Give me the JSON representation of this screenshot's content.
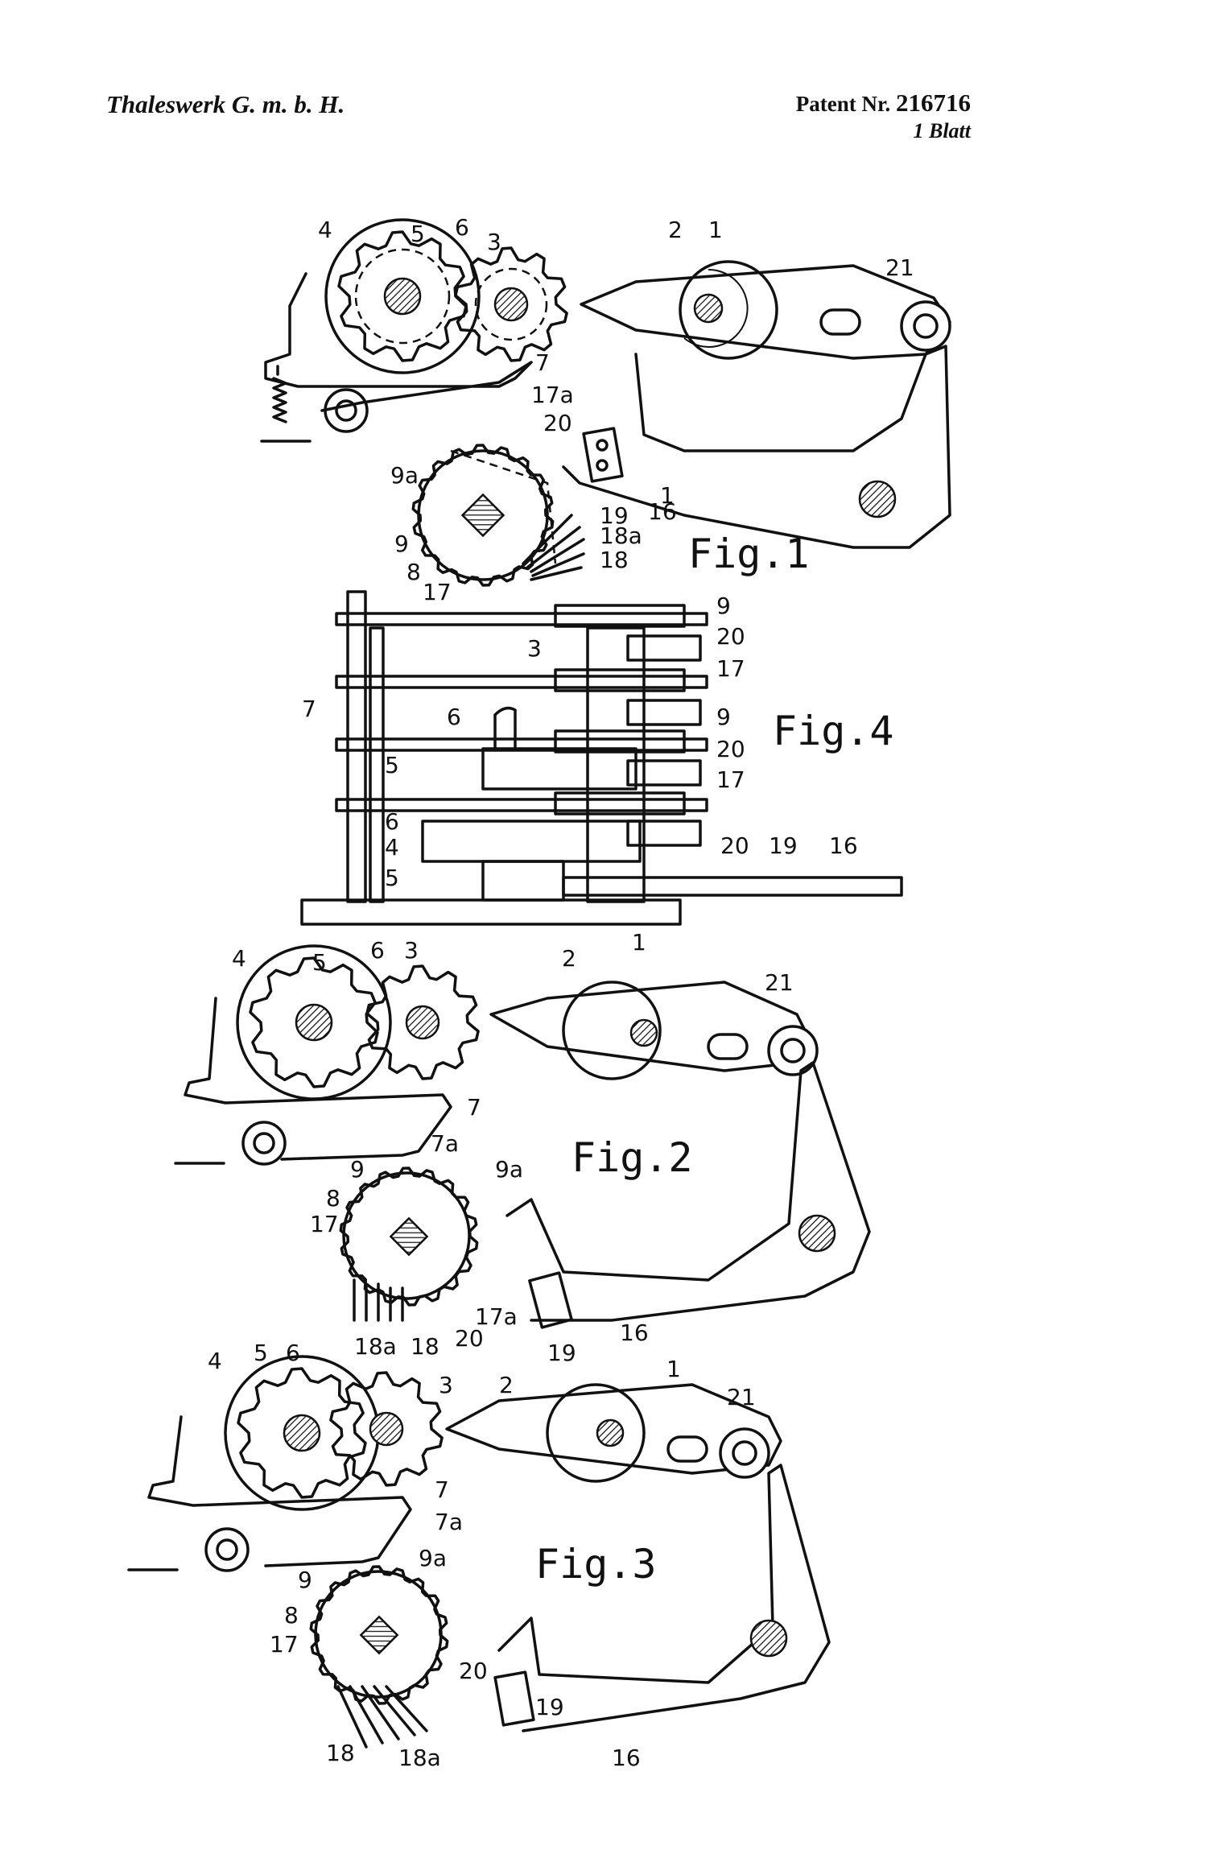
{
  "header": {
    "applicant": "Thaleswerk G. m. b. H.",
    "patent_prefix": "Patent Nr.",
    "patent_number": "216716",
    "sheet": "1 Blatt"
  },
  "figures": {
    "fig1": {
      "title": "Fig.1",
      "labels": [
        "4",
        "5",
        "6",
        "3",
        "2",
        "1",
        "21",
        "7",
        "17a",
        "20",
        "9a",
        "19",
        "18a",
        "18",
        "16",
        "1",
        "9",
        "8",
        "17"
      ]
    },
    "fig4": {
      "title": "Fig.4",
      "labels": [
        "9",
        "20",
        "17",
        "3",
        "7",
        "6",
        "5",
        "9",
        "20",
        "17",
        "6",
        "4",
        "5",
        "20",
        "19",
        "16"
      ]
    },
    "fig2": {
      "title": "Fig.2",
      "labels": [
        "4",
        "5",
        "6",
        "3",
        "2",
        "1",
        "21",
        "7",
        "7a",
        "9",
        "9a",
        "8",
        "17",
        "18a",
        "18",
        "20",
        "17a",
        "19",
        "16"
      ]
    },
    "fig3": {
      "title": "Fig.3",
      "labels": [
        "4",
        "5",
        "6",
        "3",
        "2",
        "1",
        "21",
        "7",
        "7a",
        "9a",
        "9",
        "8",
        "17",
        "20",
        "19",
        "18",
        "18a",
        "16"
      ]
    }
  }
}
